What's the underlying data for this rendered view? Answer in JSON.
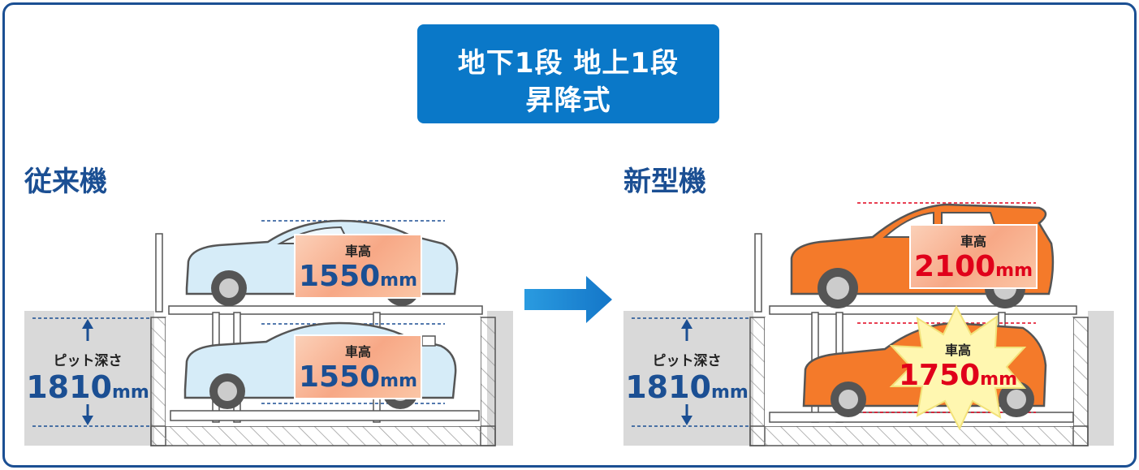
{
  "title": {
    "line1": "地下1段  地上1段",
    "line2": "昇降式"
  },
  "left": {
    "label": "従来機",
    "pit": {
      "label": "ピット深さ",
      "value": "1810",
      "unit": "mm"
    },
    "upper_car": {
      "label": "車高",
      "value": "1550",
      "unit": "mm"
    },
    "lower_car": {
      "label": "車高",
      "value": "1550",
      "unit": "mm"
    }
  },
  "right": {
    "label": "新型機",
    "pit": {
      "label": "ピット深さ",
      "value": "1810",
      "unit": "mm"
    },
    "upper_car": {
      "label": "車高",
      "value": "2100",
      "unit": "mm"
    },
    "lower_car": {
      "label": "車高",
      "value": "1750",
      "unit": "mm"
    }
  },
  "colors": {
    "frame": "#1b4f93",
    "title_bg": "#0a78c8",
    "sedan": "#d6ecf8",
    "suv": "#f47a2a",
    "highlight": "#e0001a",
    "arrow": "#1e88d8"
  }
}
